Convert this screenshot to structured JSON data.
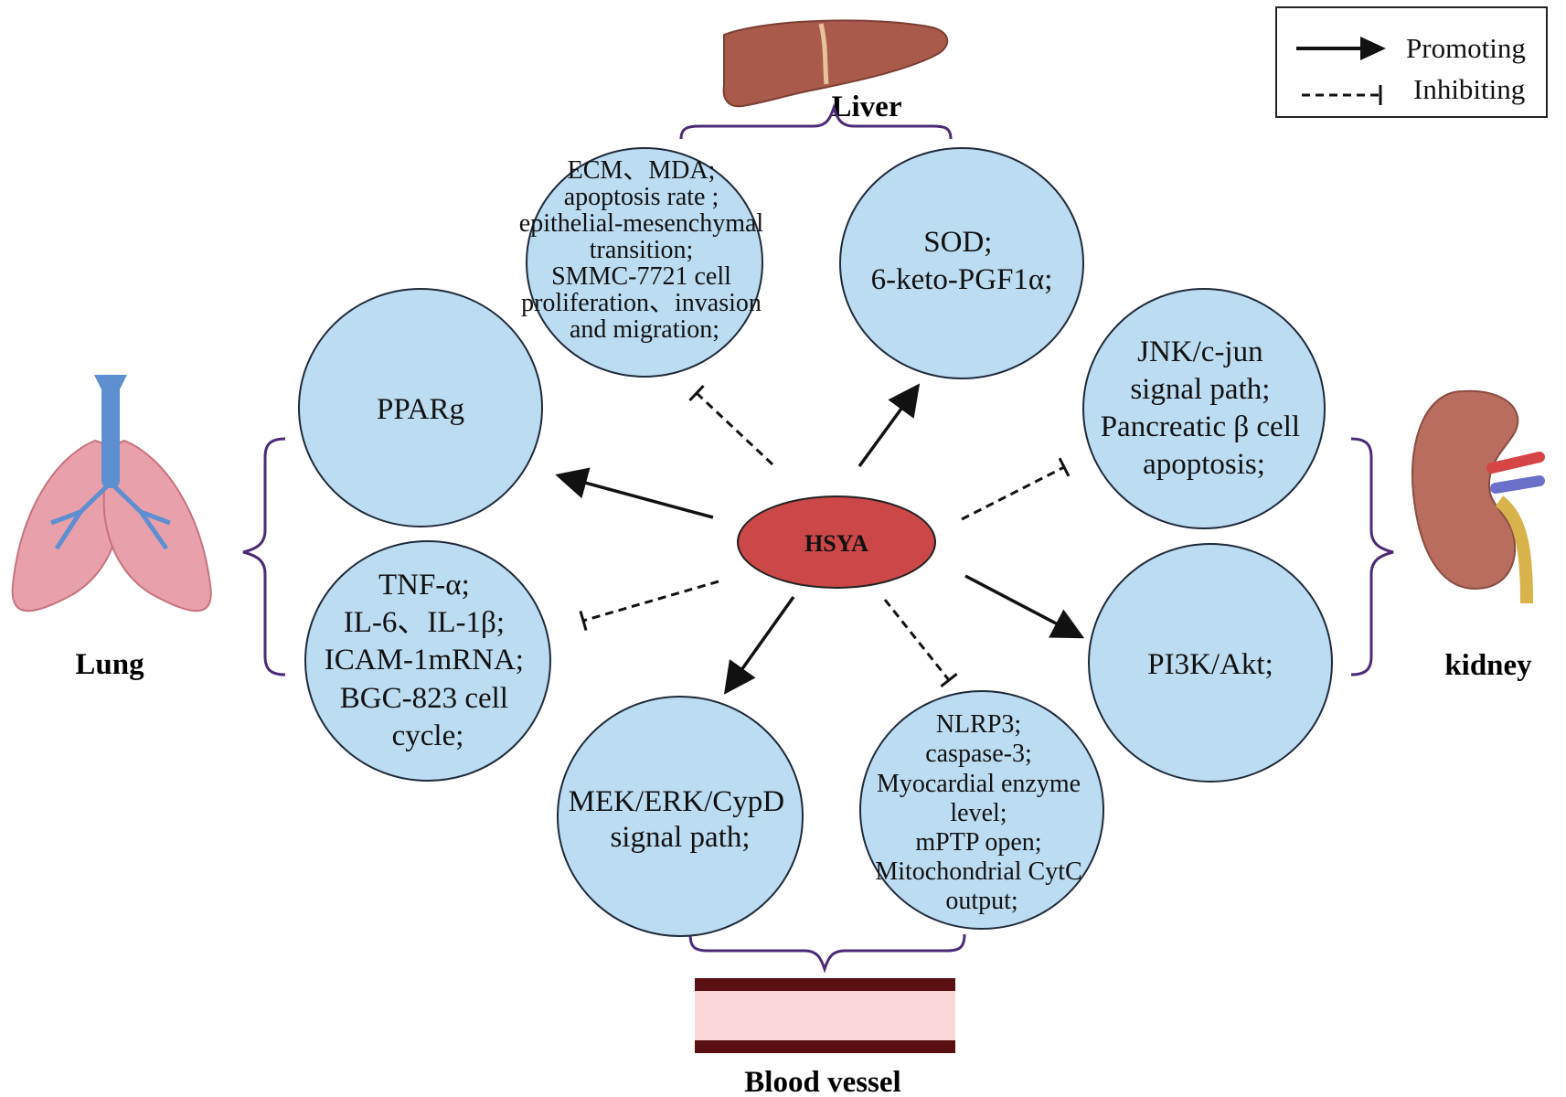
{
  "center": {
    "label": "HSYA"
  },
  "legend": {
    "promoting": "Promoting",
    "inhibiting": "Inhibiting"
  },
  "organs": {
    "liver": "Liver",
    "lung": "Lung",
    "kidney": "kidney",
    "vessel": "Blood vessel"
  },
  "nodes": {
    "liver_left": {
      "relation": "inhibiting",
      "organ": "liver",
      "lines": [
        "ECM、MDA;",
        "apoptosis rate ;",
        "epithelial-mesenchymal",
        "transition;",
        "SMMC-7721 cell",
        "proliferation、invasion",
        "and migration;"
      ]
    },
    "liver_right": {
      "relation": "promoting",
      "organ": "liver",
      "lines": [
        "SOD;",
        "6-keto-PGF1α;"
      ]
    },
    "lung_top": {
      "relation": "promoting",
      "organ": "lung",
      "lines": [
        "PPARg"
      ]
    },
    "lung_bottom": {
      "relation": "inhibiting",
      "organ": "lung",
      "lines": [
        "TNF-α;",
        "IL-6、IL-1β;",
        "ICAM-1mRNA;",
        "BGC-823 cell",
        "cycle;"
      ]
    },
    "kidney_top": {
      "relation": "inhibiting",
      "organ": "kidney",
      "lines": [
        "JNK/c-jun",
        "signal path;",
        "Pancreatic β cell",
        "apoptosis;"
      ]
    },
    "kidney_bottom": {
      "relation": "promoting",
      "organ": "kidney",
      "lines": [
        "PI3K/Akt;"
      ]
    },
    "vessel_left": {
      "relation": "promoting",
      "organ": "vessel",
      "lines": [
        "MEK/ERK/CypD",
        "signal path;"
      ]
    },
    "vessel_right": {
      "relation": "inhibiting",
      "organ": "vessel",
      "lines": [
        "NLRP3;",
        "caspase-3;",
        "Myocardial enzyme",
        "level;",
        "mPTP open;",
        "Mitochondrial CytC",
        "output;"
      ]
    }
  },
  "colors": {
    "node_fill": "#bcdcf2",
    "center_fill": "#cc4747",
    "brace": "#4b2a78",
    "liver": "#a95a4a",
    "lung": "#e8a0ab",
    "trachea": "#5e8fd0",
    "kidney": "#b86d5e",
    "vessel_wall": "#5a0f12",
    "vessel_lumen": "#fbd6d6"
  }
}
